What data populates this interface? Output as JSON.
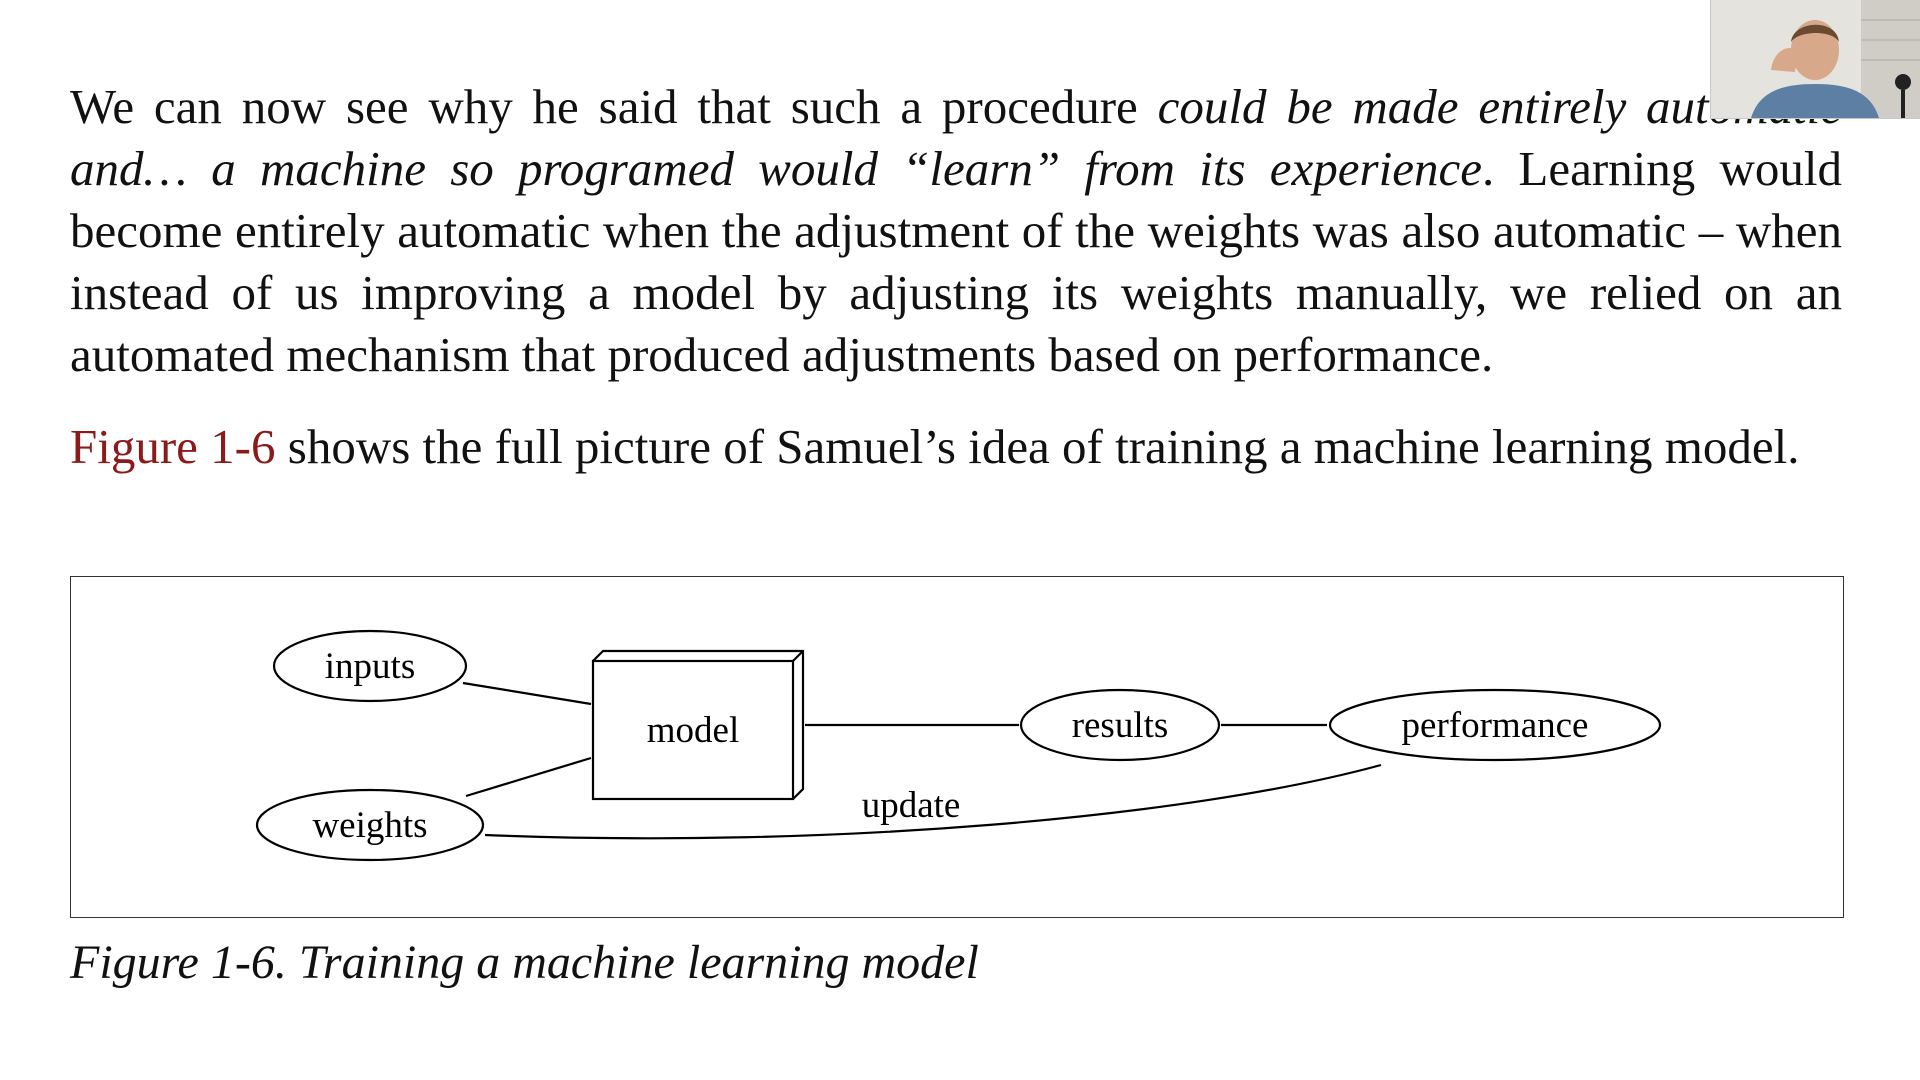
{
  "paragraph1": {
    "lead": "We can now see why he said that such a procedure ",
    "quote": "could be made entirely automatic and… a machine so programed would “learn” from its experience",
    "rest": ". Learning would become entirely automatic when the adjustment of the weights was also automatic – when instead of us improving a model by adjusting its weights manually, we relied on an automated mechanism that produced adjustments based on performance."
  },
  "paragraph2": {
    "figure_ref": "Figure 1-6",
    "rest": " shows the full picture of Samuel’s idea of training a machine learning model."
  },
  "figure": {
    "caption": "Figure 1-6. Training a machine learning model",
    "nodes": {
      "inputs": "inputs",
      "weights": "weights",
      "model": "model",
      "results": "results",
      "performance": "performance"
    },
    "edge_label": "update"
  },
  "colors": {
    "text": "#111111",
    "xref": "#8b1a1a",
    "background": "#ffffff"
  },
  "webcam": {
    "icon": "presenter-video-feed"
  }
}
